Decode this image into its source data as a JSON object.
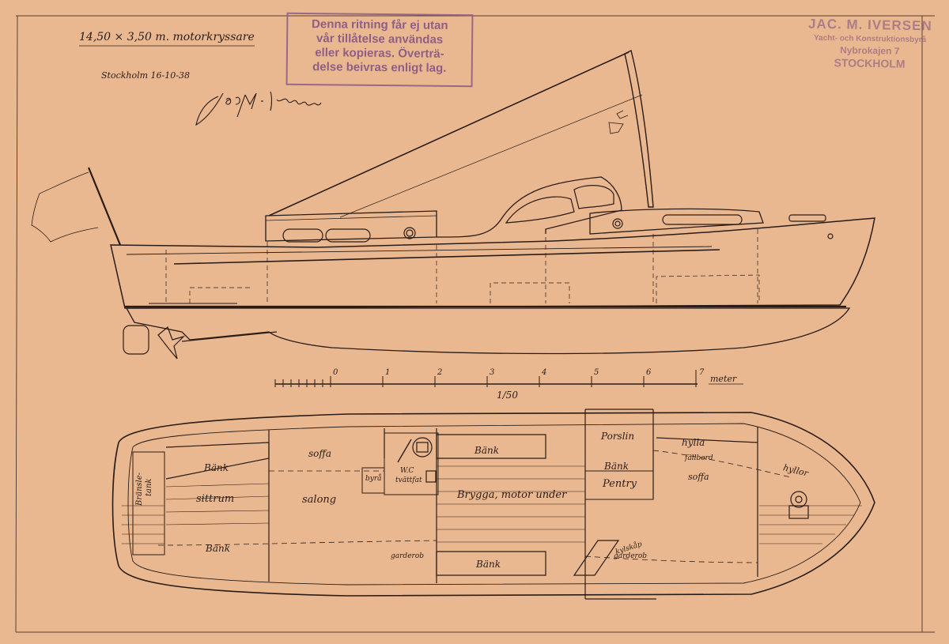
{
  "drawing": {
    "title": "14,50 × 3,50 m. motorkryssare",
    "place_date": "Stockholm 16-10-38",
    "signature": "Jac M. Iversen"
  },
  "stamp": {
    "lines": [
      "Denna ritning får ej utan",
      "vår tillåtelse användas",
      "eller kopieras. Överträ-",
      "delse beivras enligt lag."
    ]
  },
  "office_stamp": {
    "name": "JAC. M. IVERSEN",
    "line2": "Yacht- och Konstruktionsbyrå",
    "line3": "Nybrokajen 7",
    "line4": "STOCKHOLM"
  },
  "scale_bar": {
    "ticks": [
      "0",
      "1",
      "2",
      "3",
      "4",
      "5",
      "6",
      "7"
    ],
    "unit": "meter",
    "ratio": "1/50"
  },
  "plan_labels": {
    "bransletank_1": "Bränsle-",
    "bransletank_2": "tank",
    "bank_fore_left": "Bänk",
    "sittrum": "sittrum",
    "bank_aft_left": "Bänk",
    "soffa_left": "soffa",
    "salong": "salong",
    "wc": "W.C",
    "tvattfat": "tvättfat",
    "byra": "byrå",
    "garderob_left": "garderob",
    "bank_center_top": "Bänk",
    "brygga": "Brygga, motor under",
    "bank_center_bottom": "Bänk",
    "porslin": "Porslin",
    "bank_pentry": "Bänk",
    "pentry": "Pentry",
    "kylskap": "kylskåp",
    "garderob_right": "garderob",
    "hylla": "hylla",
    "fallbord": "fällbord",
    "soffa_right": "soffa",
    "hyllor": "hyllor"
  },
  "colors": {
    "paper": "#eab890",
    "ink": "#2a1c14",
    "stamp": "#7e4f82"
  }
}
